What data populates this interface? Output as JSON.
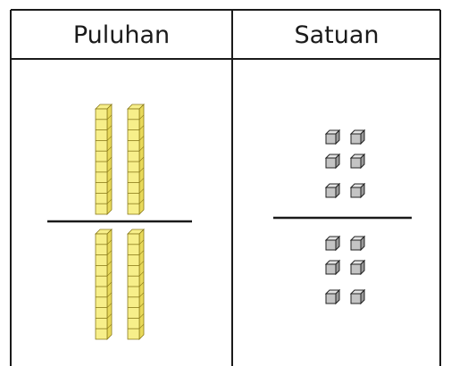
{
  "table": {
    "headers": [
      "Puluhan",
      "Satuan"
    ],
    "colors": {
      "border": "#1a1a1a",
      "ten_rod_fill": "#f7ef8a",
      "ten_rod_stroke": "#8a7a1a",
      "unit_top": "#e4e4e4",
      "unit_front": "#c4c4c4",
      "unit_side": "#9a9a9a",
      "unit_stroke": "#222222"
    }
  },
  "groups": {
    "top": {
      "tens_rods": 2,
      "units": 6
    },
    "bottom": {
      "tens_rods": 2,
      "units": 6
    }
  }
}
